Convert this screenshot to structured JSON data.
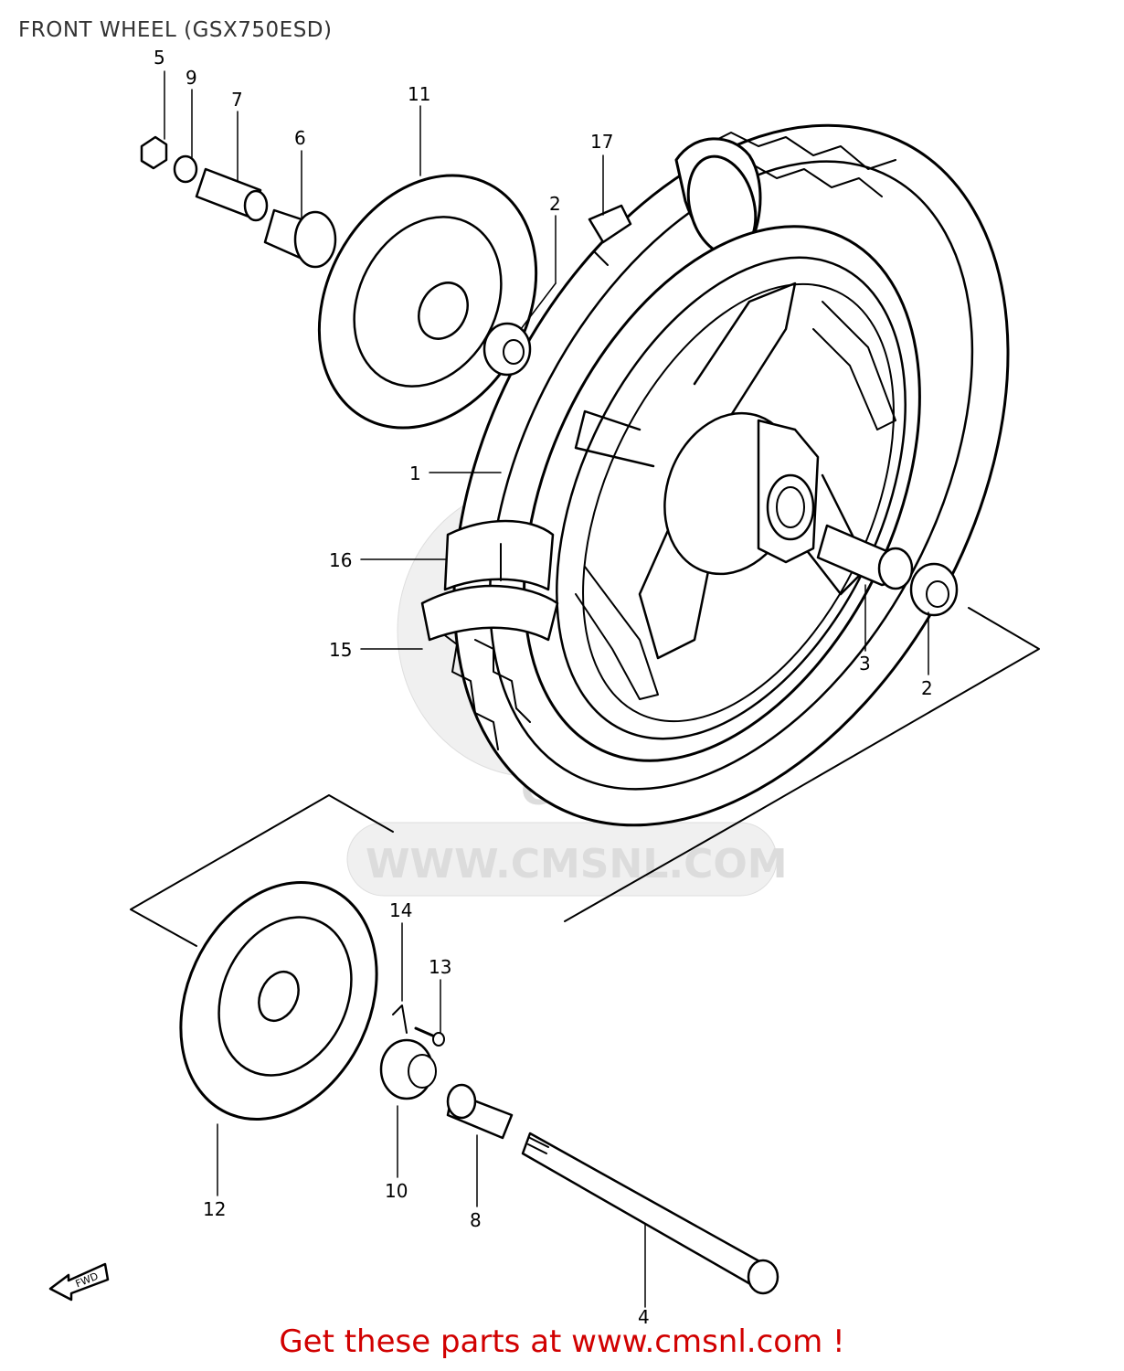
{
  "title": "FRONT WHEEL (GSX750ESD)",
  "footer": {
    "link_text": "Get these parts at www.cmsnl.com !",
    "color": "#d10000"
  },
  "watermark": {
    "text": "WWW.CMSNL.COM",
    "logo_text": "CMS"
  },
  "fwd_arrow": {
    "label": "FWD"
  },
  "callouts": [
    {
      "id": "callout-1",
      "label": "1"
    },
    {
      "id": "callout-2a",
      "label": "2"
    },
    {
      "id": "callout-2b",
      "label": "2"
    },
    {
      "id": "callout-3",
      "label": "3"
    },
    {
      "id": "callout-4",
      "label": "4"
    },
    {
      "id": "callout-5",
      "label": "5"
    },
    {
      "id": "callout-6",
      "label": "6"
    },
    {
      "id": "callout-7",
      "label": "7"
    },
    {
      "id": "callout-8",
      "label": "8"
    },
    {
      "id": "callout-9",
      "label": "9"
    },
    {
      "id": "callout-10",
      "label": "10"
    },
    {
      "id": "callout-11",
      "label": "11"
    },
    {
      "id": "callout-12",
      "label": "12"
    },
    {
      "id": "callout-13",
      "label": "13"
    },
    {
      "id": "callout-14",
      "label": "14"
    },
    {
      "id": "callout-15",
      "label": "15"
    },
    {
      "id": "callout-16",
      "label": "16"
    },
    {
      "id": "callout-17",
      "label": "17"
    }
  ],
  "colors": {
    "line": "#000000",
    "title": "#333333",
    "watermark": "#e0e0e0"
  }
}
